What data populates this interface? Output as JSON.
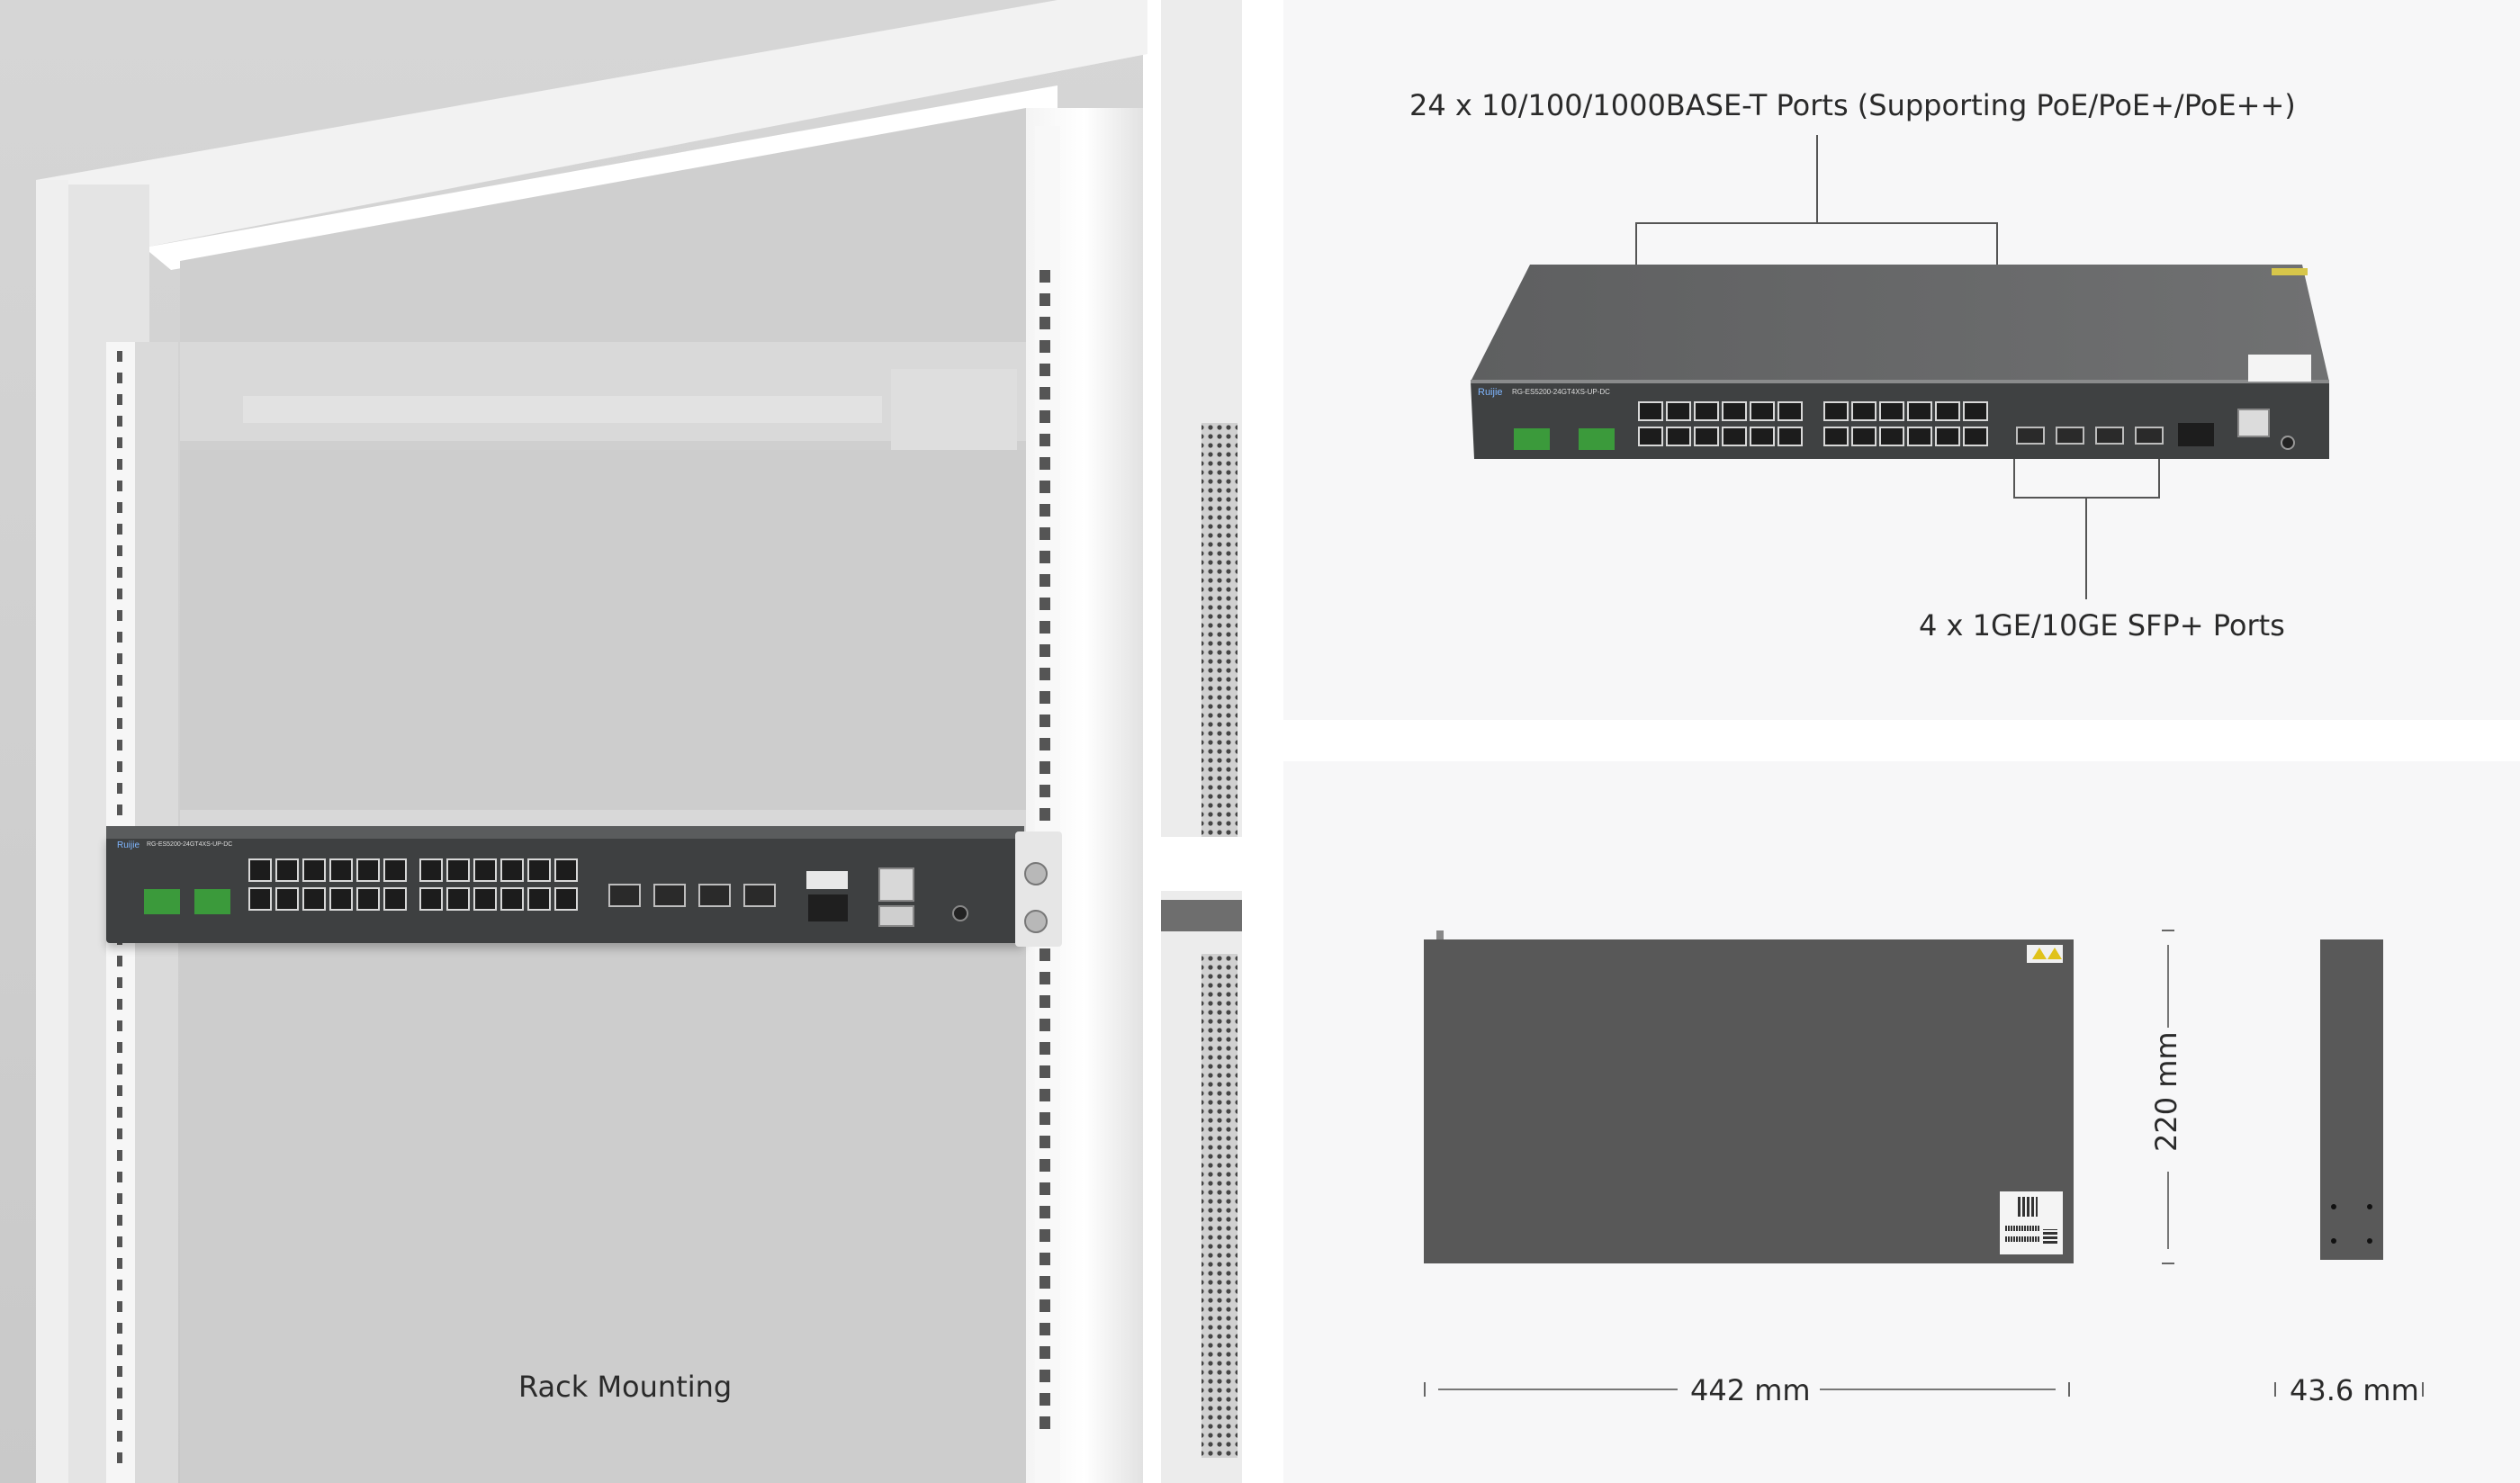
{
  "rack": {
    "caption": "Rack Mounting",
    "switch_brand": "Ruijie",
    "switch_model": "RG-ES5200-24GT4XS-UP-DC"
  },
  "front_view": {
    "top_callout": "24 x 10/100/1000BASE-T Ports (Supporting PoE/PoE+/PoE++)",
    "bottom_callout": "4 x 1GE/10GE SFP+ Ports",
    "brand": "Ruijie",
    "model": "RG-ES5200-24GT4XS-UP-DC"
  },
  "dimensions": {
    "width": "442 mm",
    "depth": "220 mm",
    "height": "43.6 mm"
  },
  "colors": {
    "switch_body": "#585858",
    "switch_front": "#3f4142",
    "panel_bg": "#f7f7f8",
    "rack_frame": "#e8e8e8",
    "dc_connector": "#3b9a3b"
  }
}
